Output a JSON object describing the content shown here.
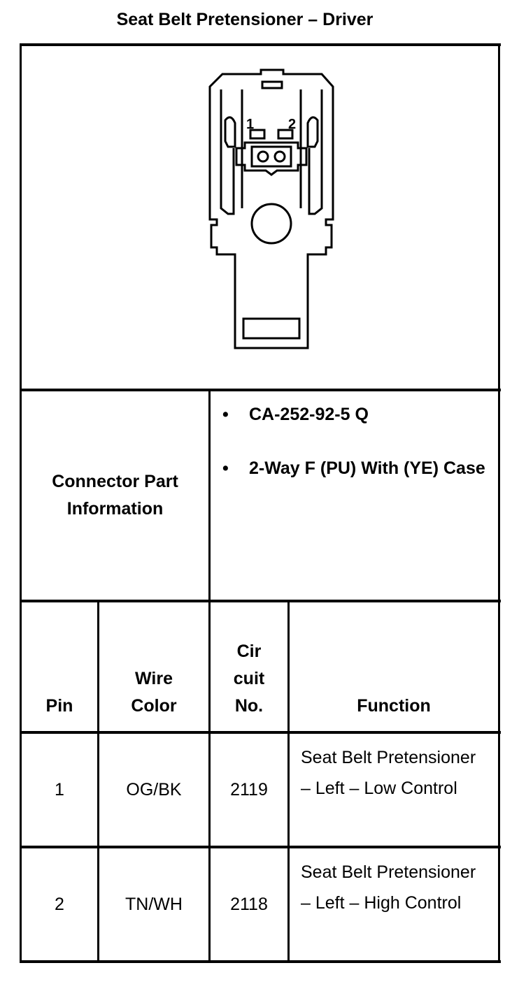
{
  "title": "Seat Belt Pretensioner – Driver",
  "connector_part": {
    "label": "Connector Part Information",
    "items": [
      "CA-252-92-5 Q",
      "2-Way F (PU) With (YE) Case"
    ]
  },
  "diagram": {
    "pin_labels": [
      "1",
      "2"
    ]
  },
  "table": {
    "headers": {
      "pin": "Pin",
      "wire_color": "Wire Color",
      "circuit_no": "Cir cuit No.",
      "function": "Function"
    },
    "rows": [
      {
        "pin": "1",
        "wire_color": "OG/BK",
        "circuit": "2119",
        "function": "Seat Belt Pretensioner – Left – Low Control"
      },
      {
        "pin": "2",
        "wire_color": "TN/WH",
        "circuit": "2118",
        "function": "Seat Belt Pretensioner – Left – High Control"
      }
    ]
  }
}
